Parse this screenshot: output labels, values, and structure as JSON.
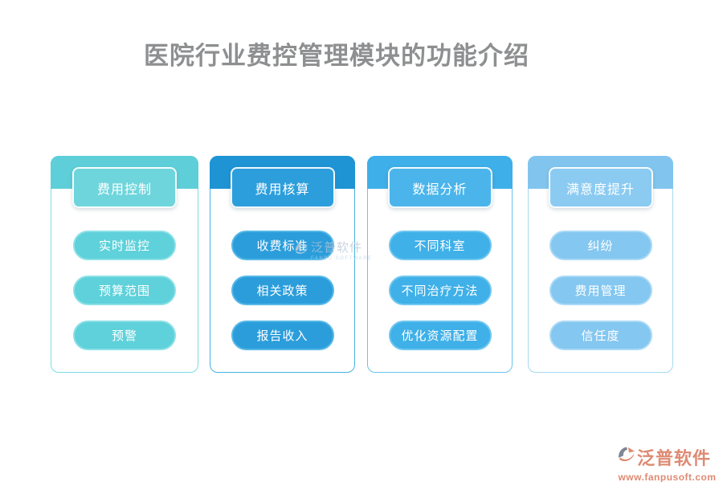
{
  "page": {
    "title": "医院行业费控管理模块的功能介绍"
  },
  "columns": [
    {
      "header": "费用控制",
      "items": [
        "实时监控",
        "预算范围",
        "预警"
      ],
      "theme": {
        "border": "#7edce3",
        "band": "#5ecfd8",
        "head": "#6fd5dc",
        "btn": "#5ed1da",
        "btnborder": "#8be0e6"
      }
    },
    {
      "header": "费用核算",
      "items": [
        "收费标准",
        "相关政策",
        "报告收入"
      ],
      "theme": {
        "border": "#49b2e2",
        "band": "#1e94d4",
        "head": "#2d9edc",
        "btn": "#2b9ddb",
        "btnborder": "#55b8e6"
      }
    },
    {
      "header": "数据分析",
      "items": [
        "不同科室",
        "不同治疗方法",
        "优化资源配置"
      ],
      "theme": {
        "border": "#6ac3ee",
        "band": "#3eafe8",
        "head": "#4bb5eb",
        "btn": "#3fb0e8",
        "btnborder": "#6fc7f0"
      }
    },
    {
      "header": "满意度提升",
      "items": [
        "纠纷",
        "费用管理",
        "信任度"
      ],
      "theme": {
        "border": "#a5d8f5",
        "band": "#81c5ef",
        "head": "#8bcbf2",
        "btn": "#84c7f0",
        "btnborder": "#abdaf6"
      }
    }
  ],
  "watermark": {
    "brand": "泛普软件",
    "caption": "FANPU SOFTWARE"
  },
  "footer": {
    "brand": "泛普软件",
    "website": "www.fanpusoft.com"
  },
  "colors": {
    "title_gray": "#8e8f90",
    "brand_salmon": "#df8a73",
    "logo_gray": "#7e8696",
    "watermark_text": "#b7c6d6"
  }
}
